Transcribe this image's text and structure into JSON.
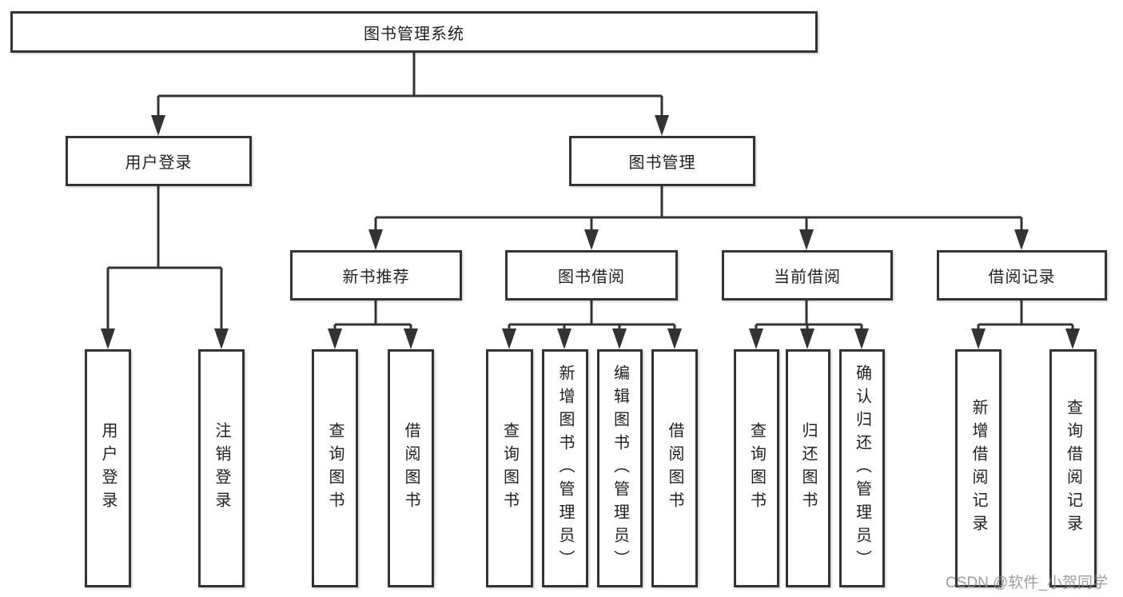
{
  "colors": {
    "line": "#333333",
    "box_border": "#333333",
    "box_fill": "#ffffff",
    "text": "#1f1f1f",
    "watermark": "#8c8c8c",
    "background": "#ffffff"
  },
  "watermark": "CSDN @软件_小贺同学",
  "tree": {
    "root": "图书管理系统",
    "children": [
      {
        "label": "用户登录",
        "children": [
          {
            "label": "用户登录"
          },
          {
            "label": "注销登录"
          }
        ]
      },
      {
        "label": "图书管理",
        "children": [
          {
            "label": "新书推荐",
            "children": [
              {
                "label": "查询图书"
              },
              {
                "label": "借阅图书"
              }
            ]
          },
          {
            "label": "图书借阅",
            "children": [
              {
                "label": "查询图书"
              },
              {
                "label": "新增图书（管理员）"
              },
              {
                "label": "编辑图书（管理员）"
              },
              {
                "label": "借阅图书"
              }
            ]
          },
          {
            "label": "当前借阅",
            "children": [
              {
                "label": "查询图书"
              },
              {
                "label": "归还图书"
              },
              {
                "label": "确认归还（管理员）"
              }
            ]
          },
          {
            "label": "借阅记录",
            "children": [
              {
                "label": "新增借阅记录"
              },
              {
                "label": "查询借阅记录"
              }
            ]
          }
        ]
      }
    ]
  }
}
